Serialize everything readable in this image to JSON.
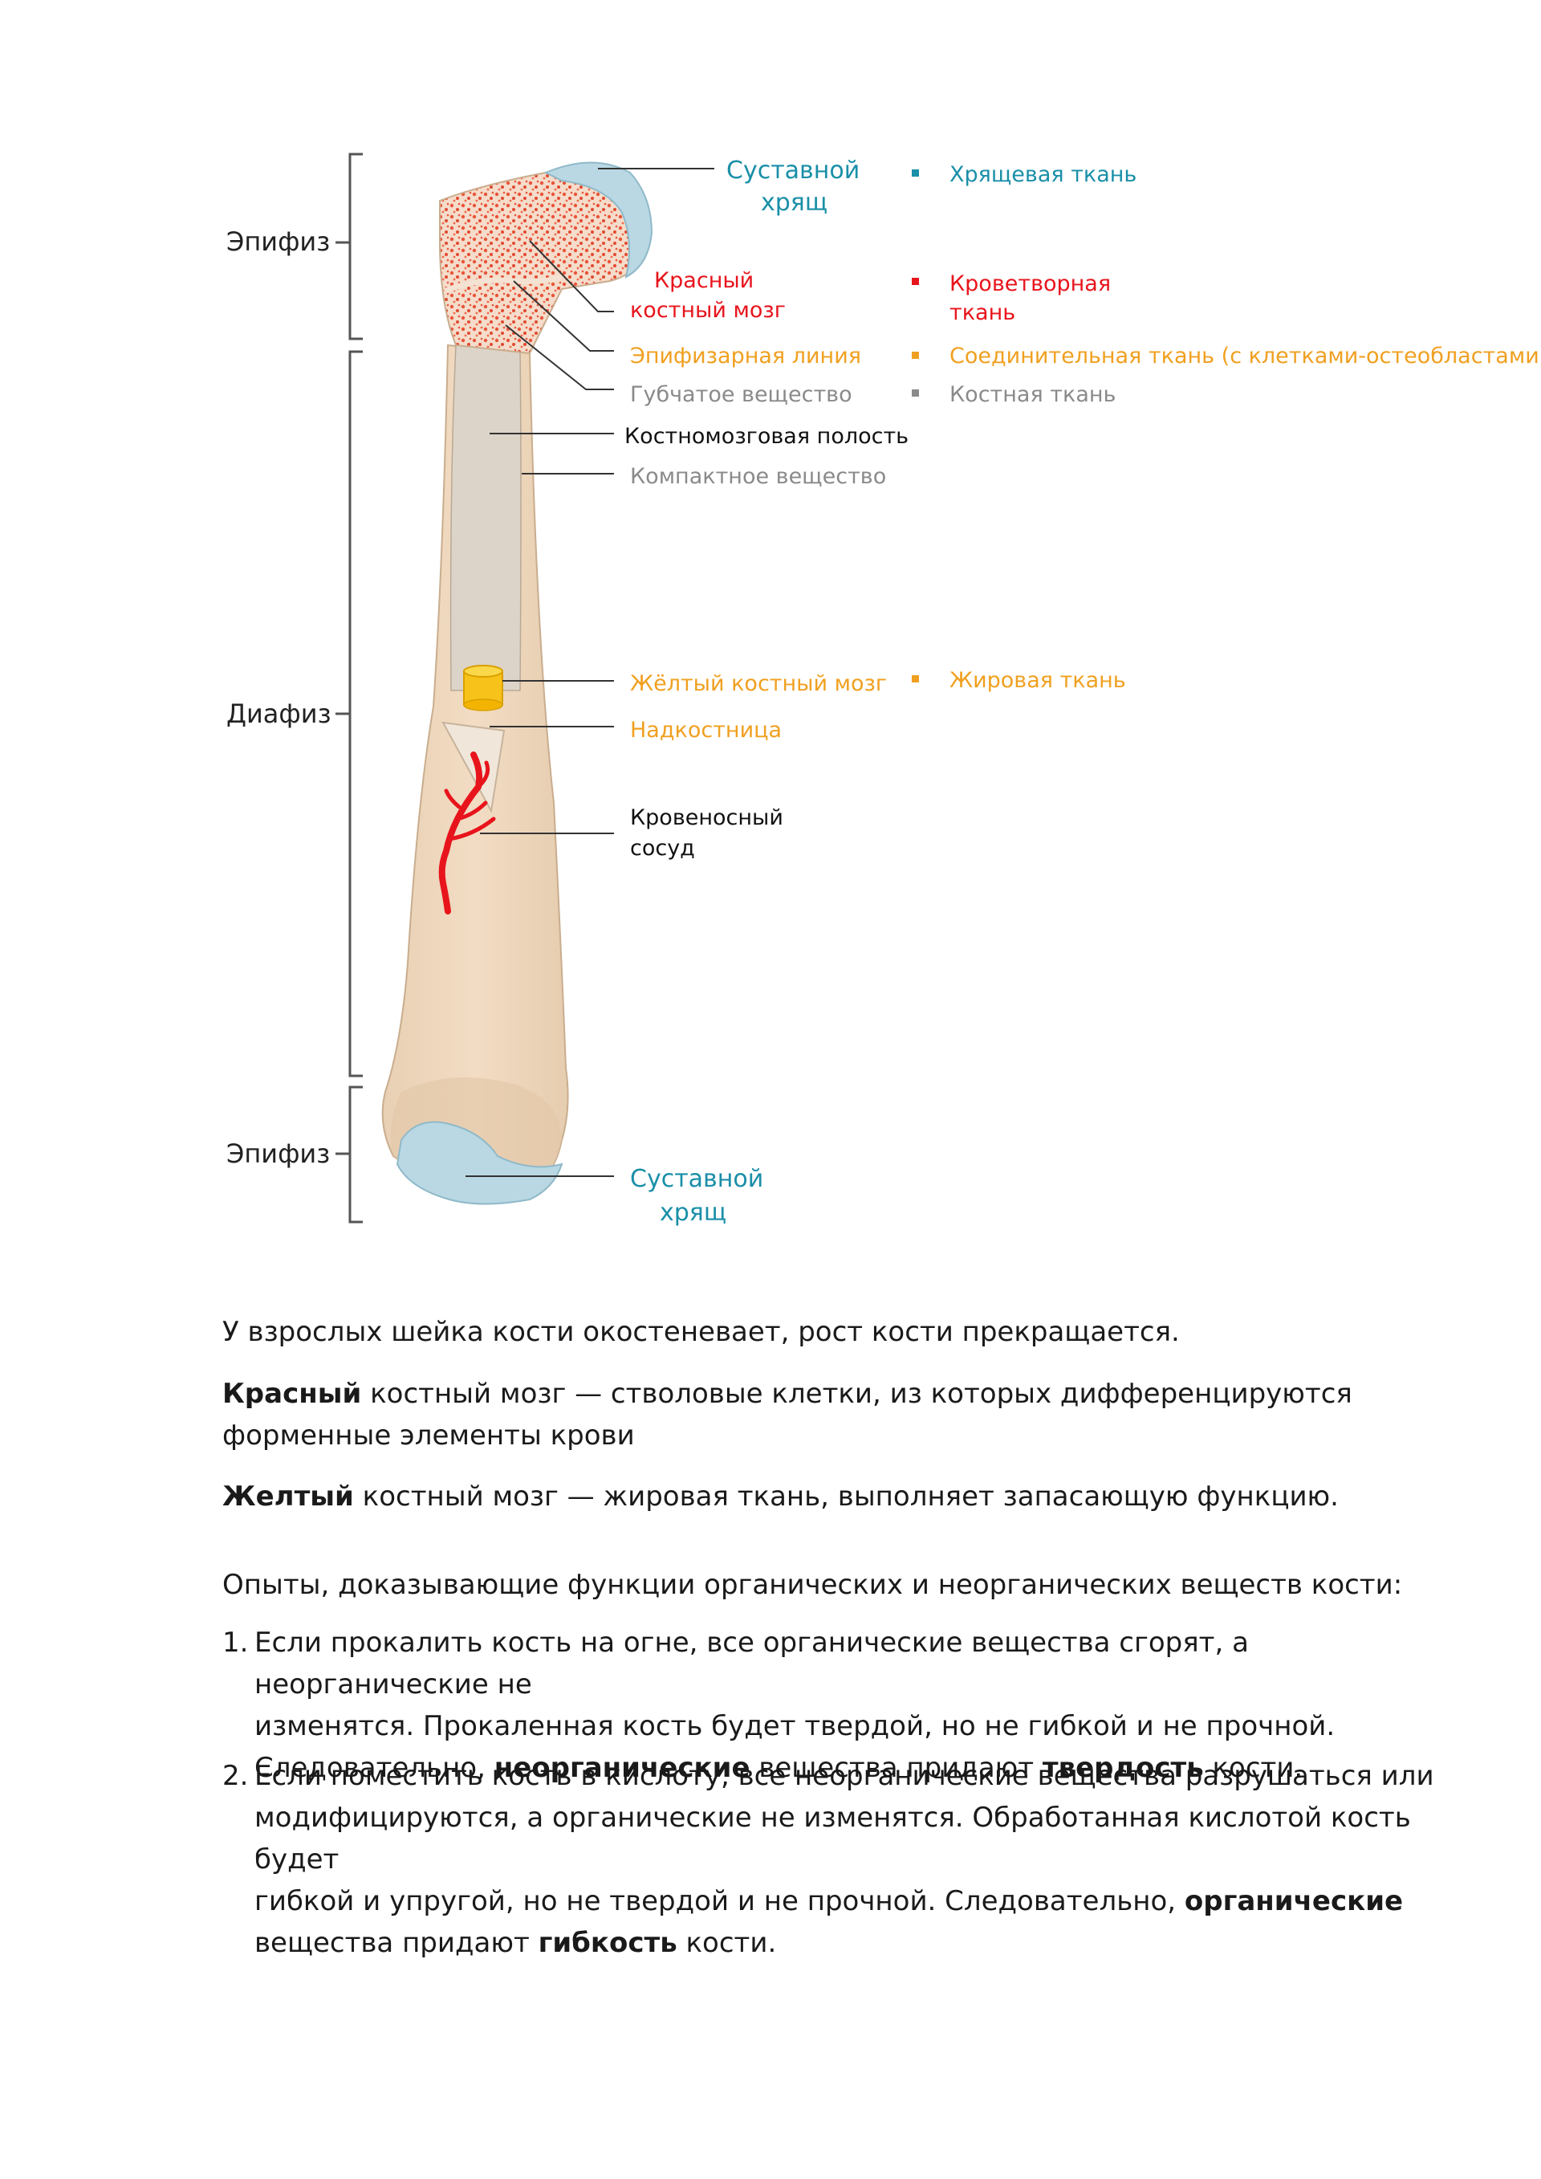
{
  "diagram": {
    "regions": {
      "epiphysis_top": "Эпифиз",
      "diaphysis": "Диафиз",
      "epiphysis_bottom": "Эпифиз"
    },
    "labels": {
      "articular_cartilage_top_1": "Суставной",
      "articular_cartilage_top_2": "хрящ",
      "red_marrow_1": "Красный",
      "red_marrow_2": "костный мозг",
      "epiphyseal_line": "Эпифизарная линия",
      "spongy_bone": "Губчатое вещество",
      "medullary_cavity": "Костномозговая полость",
      "compact_bone": "Компактное вещество",
      "yellow_marrow": "Жёлтый костный мозг",
      "periosteum": "Надкостница",
      "blood_vessel_1": "Кровеносный",
      "blood_vessel_2": "сосуд",
      "articular_cartilage_bottom_1": "Суставной",
      "articular_cartilage_bottom_2": "хрящ"
    },
    "legend": {
      "cartilage": "Хрящевая ткань",
      "hematopoietic_1": "Кроветворная",
      "hematopoietic_2": "ткань",
      "connective": "Соединительная ткань (с клетками-остеобластами)",
      "bone": "Костная ткань",
      "adipose": "Жировая ткань"
    },
    "colors": {
      "teal": "#1a8fa8",
      "red": "#e8141c",
      "orange": "#f0a020",
      "gray": "#8a8a8a",
      "bone_fill": "#ecd6bd",
      "cartilage_fill": "#b9d8e4",
      "marrow": "#e8553a",
      "fat": "#f7c21a"
    }
  },
  "text": {
    "p1": "У взрослых шейка кости окостеневает, рост кости прекращается.",
    "p2_bold": "Красный",
    "p2_rest_1": " костный мозг — стволовые клетки, из которых дифференцируются",
    "p2_rest_2": "форменные элементы крови",
    "p3_bold": "Желтый",
    "p3_rest": " костный мозг — жировая ткань, выполняет запасающую функцию.",
    "p4": "Опыты, доказывающие функции органических и неорганических веществ кости:",
    "item1_num": "1.",
    "item1_l1": "Если прокалить кость на огне, все органические вещества сгорят, а неорганические не",
    "item1_l2": "изменятся. Прокаленная кость будет твердой, но не гибкой и не прочной.",
    "item1_l3_a": "Следовательно, ",
    "item1_l3_b": "неорганические",
    "item1_l3_c": " вещества придают ",
    "item1_l3_d": "твердость",
    "item1_l3_e": " кости.",
    "item2_num": "2.",
    "item2_l1": "Если поместить кость в кислоту, все неорганические вещества разрушаться или",
    "item2_l2": "модифицируются, а органические не изменятся. Обработанная кислотой кость будет",
    "item2_l3_a": "гибкой и упругой, но не твердой и не прочной. Следовательно, ",
    "item2_l3_b": "органические",
    "item2_l4_a": "вещества придают ",
    "item2_l4_b": "гибкость",
    "item2_l4_c": " кости."
  }
}
